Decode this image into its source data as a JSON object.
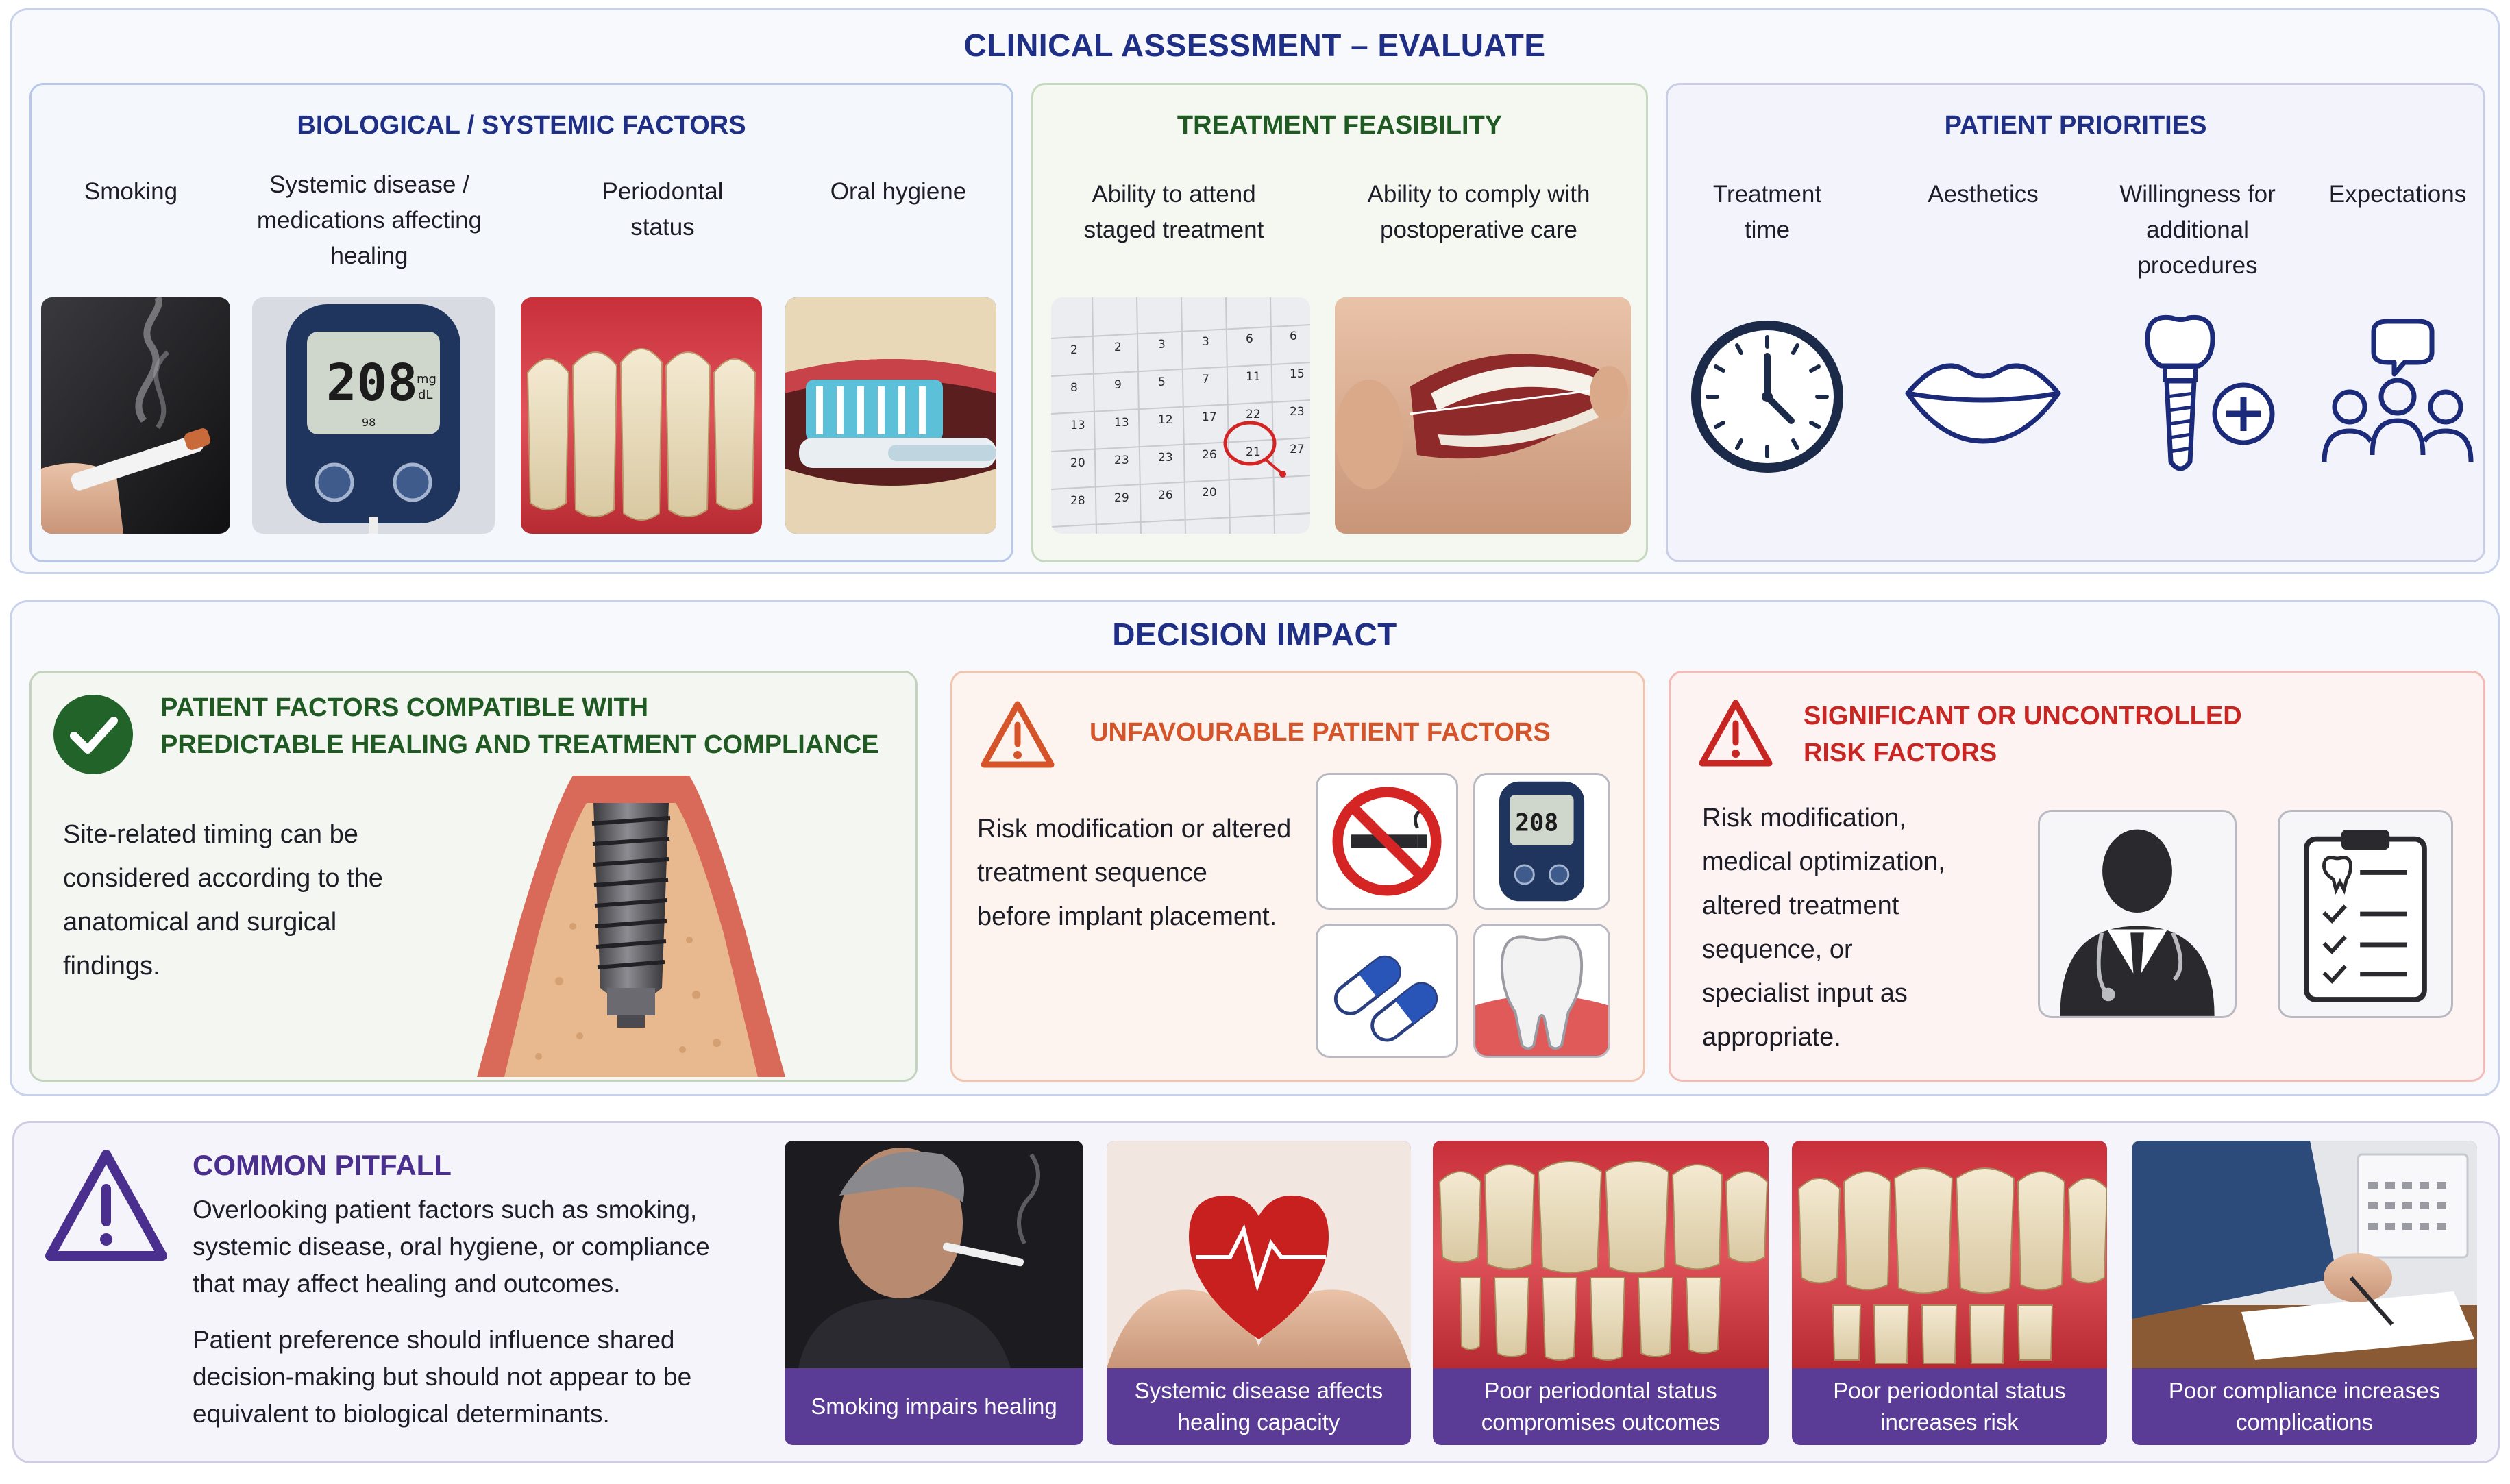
{
  "assessment": {
    "title": "CLINICAL ASSESSMENT – EVALUATE",
    "biological": {
      "title": "BIOLOGICAL / SYSTEMIC FACTORS",
      "items": [
        "Smoking",
        "Systemic disease / medications affecting healing",
        "Periodontal status",
        "Oral hygiene"
      ],
      "glucose_reading": "208",
      "glucose_unit_top": "mg",
      "glucose_unit_bottom": "dL",
      "glucose_small": "98"
    },
    "feasibility": {
      "title": "TREATMENT FEASIBILITY",
      "items": [
        "Ability to attend staged treatment",
        "Ability to comply with postoperative care"
      ],
      "calendar_days": [
        "2",
        "2",
        "3",
        "3",
        "6",
        "6",
        "8",
        "9",
        "5",
        "7",
        "11",
        "15",
        "13",
        "13",
        "12",
        "17",
        "22",
        "23",
        "20",
        "23",
        "23",
        "26",
        "21",
        "27",
        "28",
        "29",
        "26",
        "20"
      ]
    },
    "priorities": {
      "title": "PATIENT PRIORITIES",
      "items": [
        "Treatment time",
        "Aesthetics",
        "Willingness for additional procedures",
        "Expectations"
      ],
      "icons": [
        "clock-icon",
        "lips-icon",
        "implant-plus-icon",
        "group-discussion-icon"
      ]
    }
  },
  "impact": {
    "title": "DECISION IMPACT",
    "compatible": {
      "title_line1": "PATIENT FACTORS COMPATIBLE WITH",
      "title_line2": "PREDICTABLE HEALING AND TREATMENT COMPLIANCE",
      "body": [
        "Site-related timing can be",
        "considered according to the",
        "anatomical and surgical",
        "findings."
      ]
    },
    "unfavourable": {
      "title": "UNFAVOURABLE PATIENT FACTORS",
      "body": [
        "Risk modification or altered",
        "treatment sequence",
        "before implant placement."
      ],
      "meter_reading": "208"
    },
    "significant": {
      "title_line1": "SIGNIFICANT OR UNCONTROLLED",
      "title_line2": "RISK FACTORS",
      "body": [
        "Risk modification,",
        "medical optimization,",
        "altered treatment",
        "sequence, or",
        "specialist input as",
        "appropriate."
      ]
    }
  },
  "pitfall": {
    "title": "COMMON PITFALL",
    "text1": [
      "Overlooking patient factors such as smoking,",
      "systemic disease, oral hygiene, or compliance",
      "that may affect healing and outcomes."
    ],
    "text2": [
      "Patient preference should influence shared",
      "decision-making but should not appear to be",
      "equivalent to biological determinants."
    ],
    "cards": [
      {
        "caption": [
          "Smoking impairs healing"
        ]
      },
      {
        "caption": [
          "Systemic disease affects",
          "healing capacity"
        ]
      },
      {
        "caption": [
          "Poor periodontal status",
          "compromises outcomes"
        ]
      },
      {
        "caption": [
          "Poor periodontal status",
          "increases risk"
        ]
      },
      {
        "caption": [
          "Poor compliance increases",
          "complications"
        ]
      }
    ]
  },
  "colors": {
    "navy": "#1f2f86",
    "green": "#1e5a22",
    "orange": "#d6542a",
    "red": "#c82622",
    "purple": "#4a2f8f"
  }
}
